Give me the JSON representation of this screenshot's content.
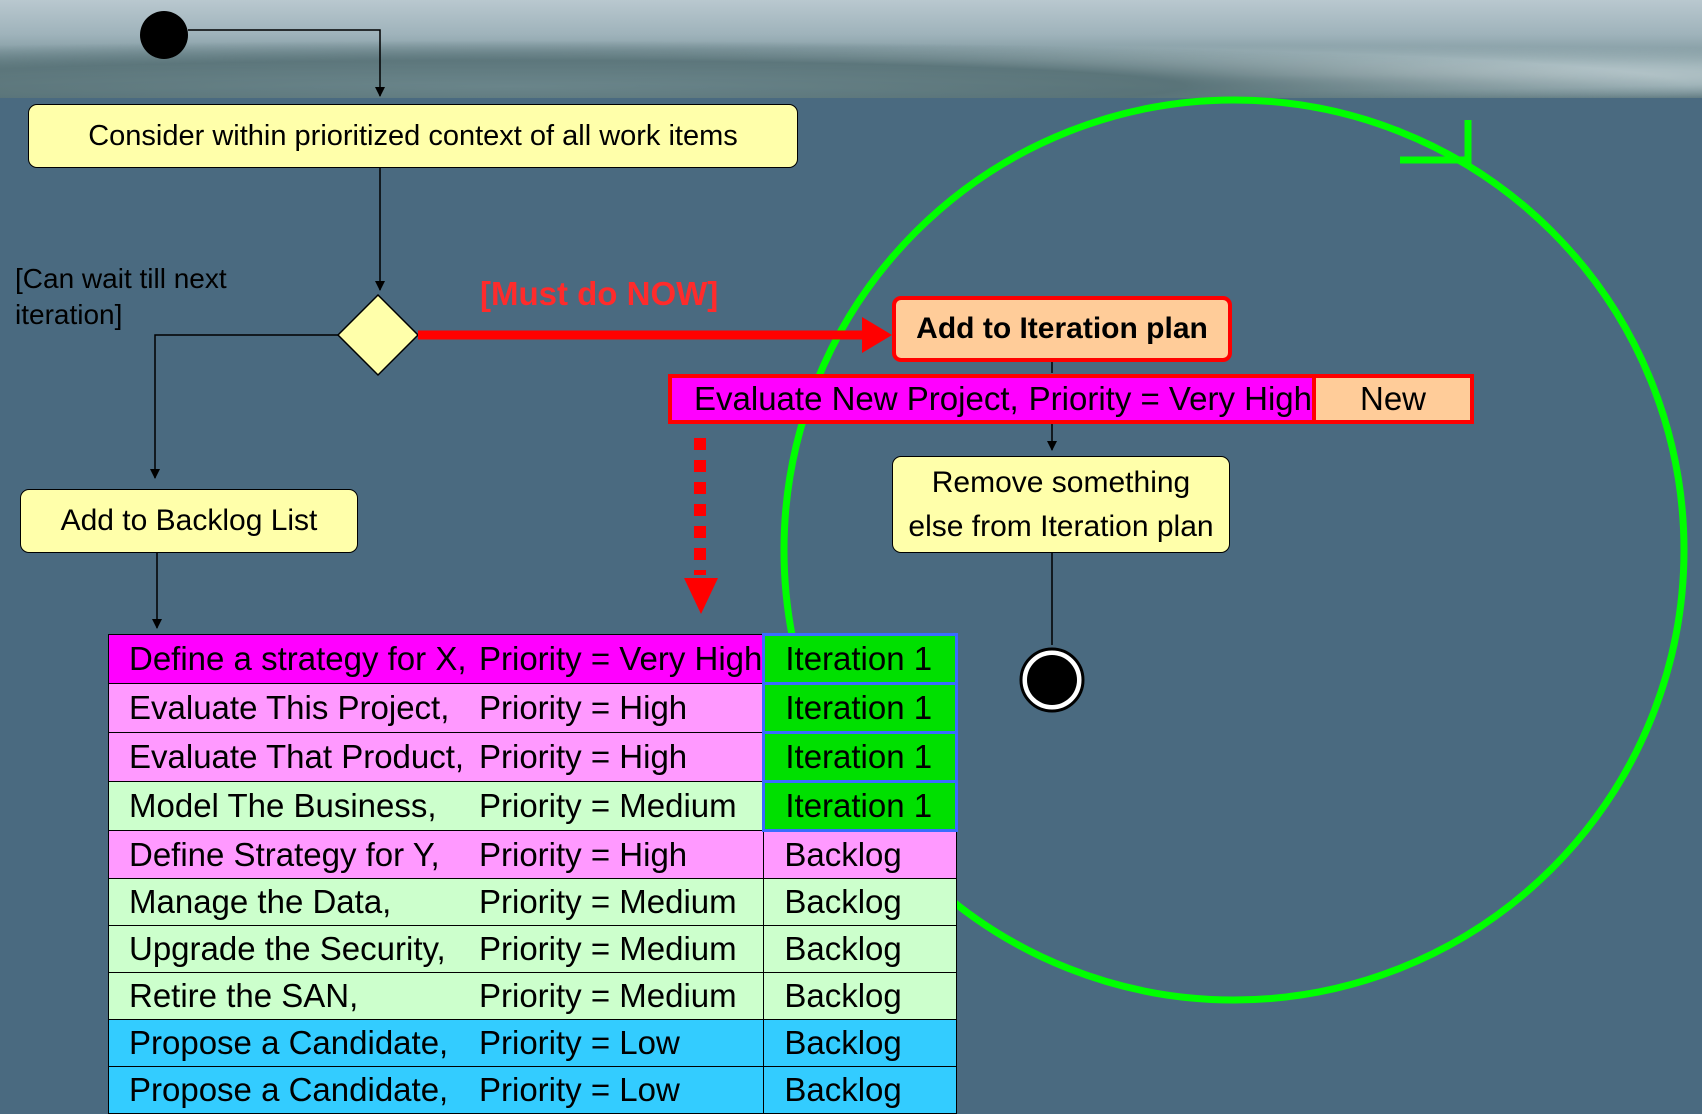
{
  "diagram": {
    "action_consider": "Consider within prioritized context of all work items",
    "guard_wait_line1": "[Can wait till next",
    "guard_wait_line2": "iteration]",
    "guard_now": "[Must do NOW]",
    "action_add_iteration": "Add to Iteration plan",
    "action_add_backlog": "Add to Backlog List",
    "action_remove_line1": "Remove something",
    "action_remove_line2": "else from Iteration plan",
    "new_item": {
      "name": "Evaluate New Project,",
      "priority": "Priority = Very High",
      "status": "New"
    },
    "colors": {
      "very_high": "#ff00ff",
      "high": "#ff99ff",
      "medium": "#ccffcc",
      "low": "#33ccff",
      "iteration": "#00e000",
      "new_status": "#ffcc99",
      "cycle": "#00ff00",
      "now_path": "#ff0000"
    }
  },
  "work_items": [
    {
      "name": "Define a strategy for X,",
      "priority": "Priority = Very High",
      "status": "Iteration 1",
      "level": "vhigh",
      "kind": "iter"
    },
    {
      "name": "Evaluate This Project,",
      "priority": "Priority = High",
      "status": "Iteration 1",
      "level": "high",
      "kind": "iter"
    },
    {
      "name": "Evaluate That Product,",
      "priority": "Priority = High",
      "status": "Iteration 1",
      "level": "high",
      "kind": "iter"
    },
    {
      "name": "Model The Business,",
      "priority": "Priority = Medium",
      "status": "Iteration 1",
      "level": "med",
      "kind": "iter"
    },
    {
      "name": "Define Strategy for Y,",
      "priority": "Priority = High",
      "status": "Backlog",
      "level": "high",
      "kind": "back"
    },
    {
      "name": "Manage the Data,",
      "priority": "Priority = Medium",
      "status": "Backlog",
      "level": "med",
      "kind": "back"
    },
    {
      "name": "Upgrade the Security,",
      "priority": "Priority = Medium",
      "status": "Backlog",
      "level": "med",
      "kind": "back"
    },
    {
      "name": "Retire the SAN,",
      "priority": "Priority = Medium",
      "status": "Backlog",
      "level": "med",
      "kind": "back"
    },
    {
      "name": "Propose a Candidate,",
      "priority": "Priority = Low",
      "status": "Backlog",
      "level": "low",
      "kind": "back"
    },
    {
      "name": "Propose a Candidate,",
      "priority": "Priority = Low",
      "status": "Backlog",
      "level": "low",
      "kind": "back"
    }
  ]
}
